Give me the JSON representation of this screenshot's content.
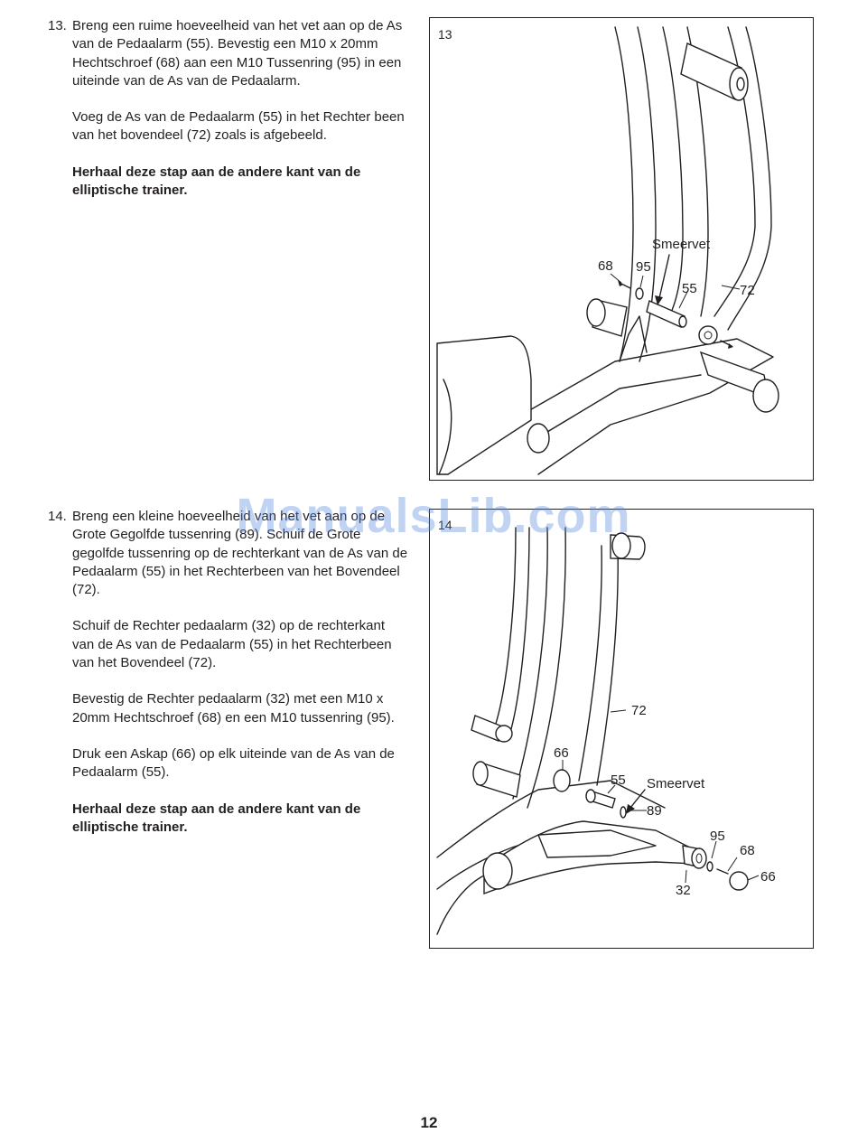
{
  "steps": [
    {
      "number": "13.",
      "paragraphs": [
        "Breng een ruime hoeveelheid van het vet aan op de As van de Pedaalarm (55). Bevestig een M10 x 20mm Hechtschroef (68) aan een M10 Tussenring (95) in een uiteinde van de As van de Pedaalarm.",
        "Voeg de As van de Pedaalarm (55) in het Rechter been van het bovendeel (72) zoals is afgebeeld."
      ],
      "bold_note": "Herhaal deze stap aan de andere kant van de elliptische trainer.",
      "figure": {
        "label": "13",
        "callouts": {
          "grease": "Smeervet",
          "p68": "68",
          "p95": "95",
          "p55": "55",
          "p72": "72"
        }
      }
    },
    {
      "number": "14.",
      "paragraphs": [
        "Breng een kleine hoeveelheid van het vet aan op de Grote Gegolfde tussenring (89). Schuif de Grote gegolfde tussenring op de rechterkant van de As van de Pedaalarm (55) in het Rechterbeen van het Bovendeel (72).",
        "Schuif de Rechter pedaalarm (32) op de rechterkant van de As van de Pedaalarm (55) in het Rechterbeen van het Bovendeel (72).",
        "Bevestig de Rechter pedaalarm (32) met een M10 x 20mm Hechtschroef (68) en een M10 tussenring (95).",
        "Druk een Askap (66) op elk uiteinde van de As van de Pedaalarm (55)."
      ],
      "bold_note": "Herhaal deze stap aan de andere kant van de elliptische trainer.",
      "figure": {
        "label": "14",
        "callouts": {
          "p72": "72",
          "p66a": "66",
          "p55": "55",
          "grease": "Smeervet",
          "p89": "89",
          "p95": "95",
          "p68": "68",
          "p66b": "66",
          "p32": "32"
        }
      }
    }
  ],
  "watermark": "ManualsLib.com",
  "page_number": "12"
}
